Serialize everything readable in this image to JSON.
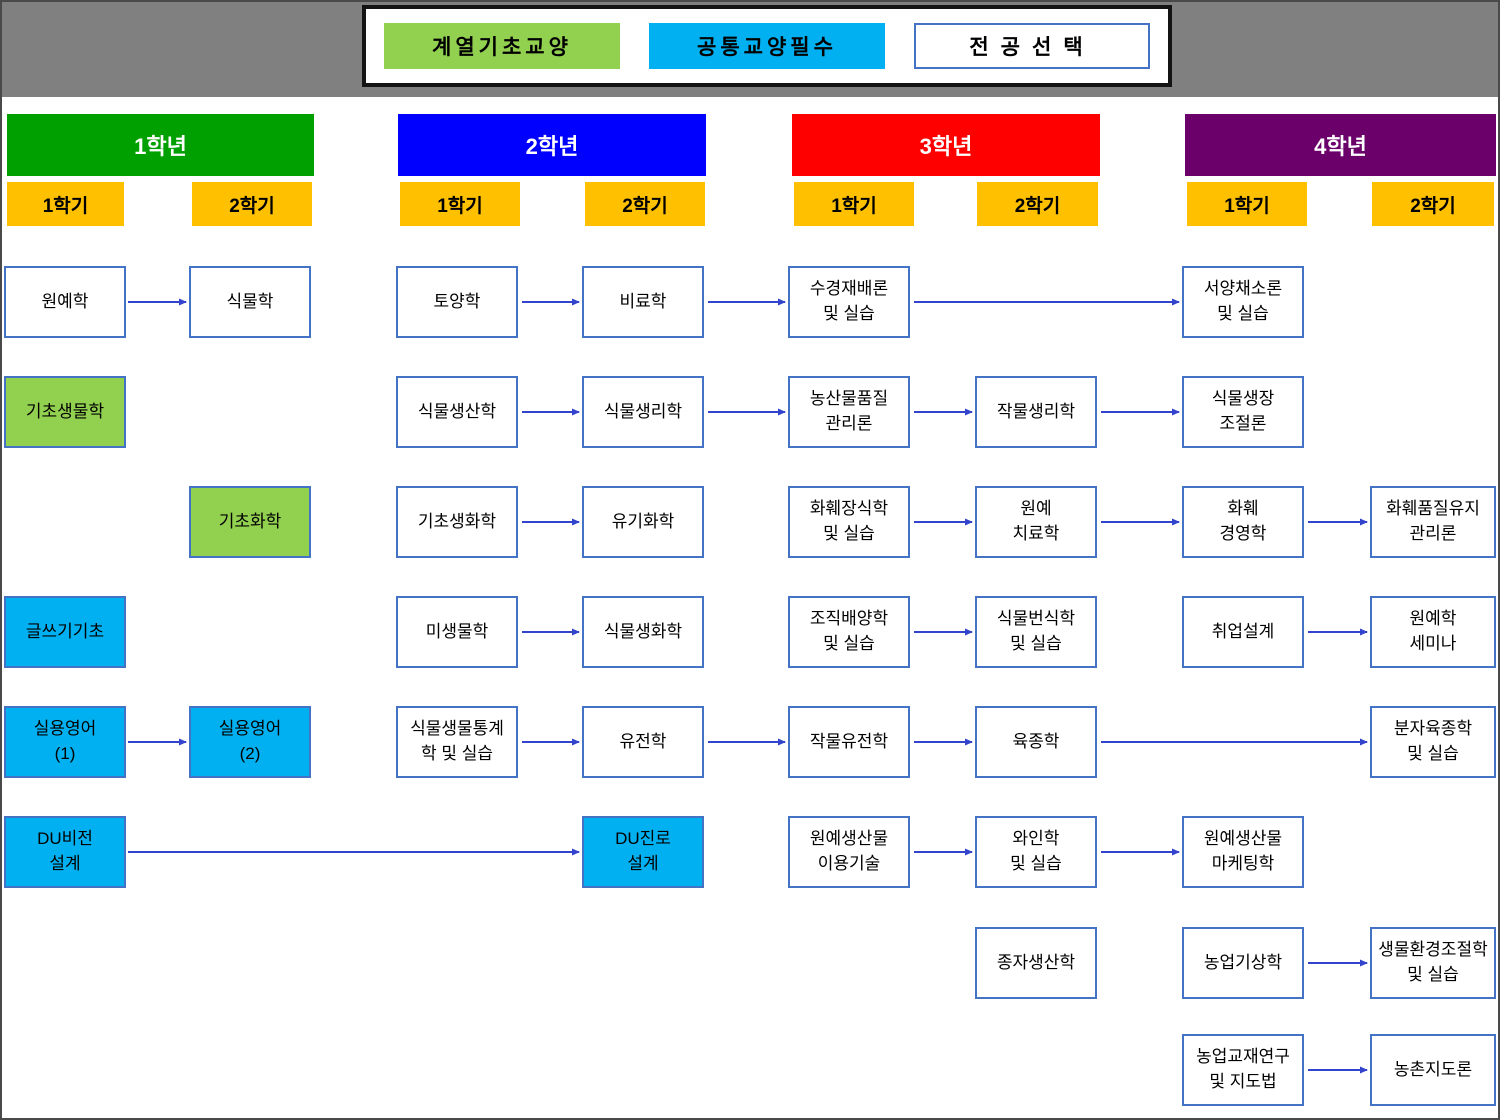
{
  "legend": {
    "items": [
      {
        "label": "계열기초교양",
        "key": "basic",
        "color": "#92D050"
      },
      {
        "label": "공통교양필수",
        "key": "common",
        "color": "#00B0F0"
      },
      {
        "label": "전공선택",
        "key": "major",
        "color": "#FFFFFF"
      }
    ]
  },
  "colors": {
    "year1": "#00A000",
    "year2": "#0000FF",
    "year3": "#FF0000",
    "year4": "#6B006B",
    "semester": "#FFC000",
    "box_border": "#4472C4",
    "arrow": "#3344CC",
    "top_strip": "#808080"
  },
  "years": [
    {
      "label": "1학년",
      "semesters": [
        "1학기",
        "2학기"
      ]
    },
    {
      "label": "2학년",
      "semesters": [
        "1학기",
        "2학기"
      ]
    },
    {
      "label": "3학년",
      "semesters": [
        "1학기",
        "2학기"
      ]
    },
    {
      "label": "4학년",
      "semesters": [
        "1학기",
        "2학기"
      ]
    }
  ],
  "courses": [
    {
      "label": "원예학",
      "category": "전공선택",
      "year": 1,
      "semester": 1
    },
    {
      "label": "식물학",
      "category": "전공선택",
      "year": 1,
      "semester": 2
    },
    {
      "label": "토양학",
      "category": "전공선택",
      "year": 2,
      "semester": 1
    },
    {
      "label": "비료학",
      "category": "전공선택",
      "year": 2,
      "semester": 2
    },
    {
      "label": "수경재배론\n및 실습",
      "category": "전공선택",
      "year": 3,
      "semester": 1
    },
    {
      "label": "서양채소론\n및 실습",
      "category": "전공선택",
      "year": 4,
      "semester": 1
    },
    {
      "label": "기초생물학",
      "category": "계열기초교양",
      "year": 1,
      "semester": 1
    },
    {
      "label": "식물생산학",
      "category": "전공선택",
      "year": 2,
      "semester": 1
    },
    {
      "label": "식물생리학",
      "category": "전공선택",
      "year": 2,
      "semester": 2
    },
    {
      "label": "농산물품질\n관리론",
      "category": "전공선택",
      "year": 3,
      "semester": 1
    },
    {
      "label": "작물생리학",
      "category": "전공선택",
      "year": 3,
      "semester": 2
    },
    {
      "label": "식물생장\n조절론",
      "category": "전공선택",
      "year": 4,
      "semester": 1
    },
    {
      "label": "기초화학",
      "category": "계열기초교양",
      "year": 1,
      "semester": 2
    },
    {
      "label": "기초생화학",
      "category": "전공선택",
      "year": 2,
      "semester": 1
    },
    {
      "label": "유기화학",
      "category": "전공선택",
      "year": 2,
      "semester": 2
    },
    {
      "label": "화훼장식학\n및 실습",
      "category": "전공선택",
      "year": 3,
      "semester": 1
    },
    {
      "label": "원예\n치료학",
      "category": "전공선택",
      "year": 3,
      "semester": 2
    },
    {
      "label": "화훼\n경영학",
      "category": "전공선택",
      "year": 4,
      "semester": 1
    },
    {
      "label": "화훼품질유지\n관리론",
      "category": "전공선택",
      "year": 4,
      "semester": 2
    },
    {
      "label": "글쓰기기초",
      "category": "공통교양필수",
      "year": 1,
      "semester": 1
    },
    {
      "label": "미생물학",
      "category": "전공선택",
      "year": 2,
      "semester": 1
    },
    {
      "label": "식물생화학",
      "category": "전공선택",
      "year": 2,
      "semester": 2
    },
    {
      "label": "조직배양학\n및 실습",
      "category": "전공선택",
      "year": 3,
      "semester": 1
    },
    {
      "label": "식물번식학\n및 실습",
      "category": "전공선택",
      "year": 3,
      "semester": 2
    },
    {
      "label": "취업설계",
      "category": "전공선택",
      "year": 4,
      "semester": 1
    },
    {
      "label": "원예학\n세미나",
      "category": "전공선택",
      "year": 4,
      "semester": 2
    },
    {
      "label": "실용영어\n(1)",
      "category": "공통교양필수",
      "year": 1,
      "semester": 1
    },
    {
      "label": "실용영어\n(2)",
      "category": "공통교양필수",
      "year": 1,
      "semester": 2
    },
    {
      "label": "식물생물통계\n학 및 실습",
      "category": "전공선택",
      "year": 2,
      "semester": 1
    },
    {
      "label": "유전학",
      "category": "전공선택",
      "year": 2,
      "semester": 2
    },
    {
      "label": "작물유전학",
      "category": "전공선택",
      "year": 3,
      "semester": 1
    },
    {
      "label": "육종학",
      "category": "전공선택",
      "year": 3,
      "semester": 2
    },
    {
      "label": "분자육종학\n및 실습",
      "category": "전공선택",
      "year": 4,
      "semester": 2
    },
    {
      "label": "DU비전\n설계",
      "category": "공통교양필수",
      "year": 1,
      "semester": 1
    },
    {
      "label": "DU진로\n설계",
      "category": "공통교양필수",
      "year": 2,
      "semester": 2
    },
    {
      "label": "원예생산물\n이용기술",
      "category": "전공선택",
      "year": 3,
      "semester": 1
    },
    {
      "label": "와인학\n및 실습",
      "category": "전공선택",
      "year": 3,
      "semester": 2
    },
    {
      "label": "원예생산물\n마케팅학",
      "category": "전공선택",
      "year": 4,
      "semester": 1
    },
    {
      "label": "종자생산학",
      "category": "전공선택",
      "year": 3,
      "semester": 2
    },
    {
      "label": "농업기상학",
      "category": "전공선택",
      "year": 4,
      "semester": 1
    },
    {
      "label": "생물환경조절학\n및 실습",
      "category": "전공선택",
      "year": 4,
      "semester": 2
    },
    {
      "label": "농업교재연구\n및 지도법",
      "category": "전공선택",
      "year": 4,
      "semester": 1
    },
    {
      "label": "농촌지도론",
      "category": "전공선택",
      "year": 4,
      "semester": 2
    }
  ],
  "edges": [
    [
      "원예학",
      "식물학"
    ],
    [
      "토양학",
      "비료학"
    ],
    [
      "비료학",
      "수경재배론 및 실습"
    ],
    [
      "수경재배론 및 실습",
      "서양채소론 및 실습"
    ],
    [
      "식물생산학",
      "식물생리학"
    ],
    [
      "식물생리학",
      "농산물품질 관리론"
    ],
    [
      "농산물품질 관리론",
      "작물생리학"
    ],
    [
      "작물생리학",
      "식물생장 조절론"
    ],
    [
      "기초생화학",
      "유기화학"
    ],
    [
      "화훼장식학 및 실습",
      "원예 치료학"
    ],
    [
      "원예 치료학",
      "화훼 경영학"
    ],
    [
      "화훼 경영학",
      "화훼품질유지 관리론"
    ],
    [
      "미생물학",
      "식물생화학"
    ],
    [
      "조직배양학 및 실습",
      "식물번식학 및 실습"
    ],
    [
      "취업설계",
      "원예학 세미나"
    ],
    [
      "실용영어 (1)",
      "실용영어 (2)"
    ],
    [
      "식물생물통계학 및 실습",
      "유전학"
    ],
    [
      "유전학",
      "작물유전학"
    ],
    [
      "작물유전학",
      "육종학"
    ],
    [
      "육종학",
      "분자육종학 및 실습"
    ],
    [
      "DU비전 설계",
      "DU진로 설계"
    ],
    [
      "원예생산물 이용기술",
      "와인학 및 실습"
    ],
    [
      "와인학 및 실습",
      "원예생산물 마케팅학"
    ],
    [
      "농업기상학",
      "생물환경조절학 및 실습"
    ],
    [
      "농업교재연구 및 지도법",
      "농촌지도론"
    ]
  ]
}
